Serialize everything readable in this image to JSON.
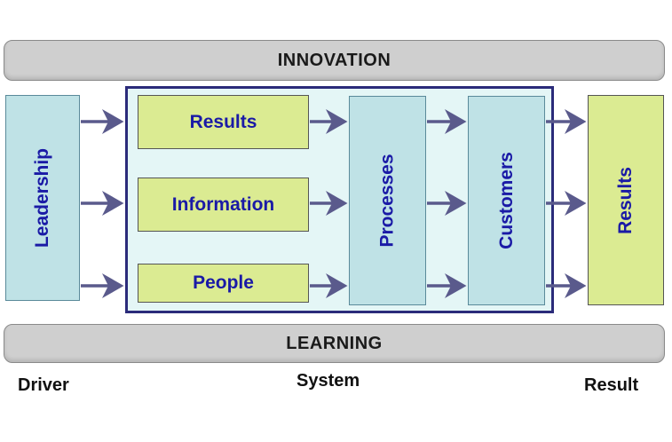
{
  "top_band": {
    "label": "INNOVATION"
  },
  "bottom_band": {
    "label": "LEARNING"
  },
  "driver": {
    "label": "Leadership"
  },
  "system": {
    "inputs": [
      "Results",
      "Information",
      "People"
    ],
    "processes_label": "Processes",
    "customers_label": "Customers"
  },
  "result": {
    "label": "Results"
  },
  "footer": {
    "driver": "Driver",
    "system": "System",
    "result": "Result"
  },
  "colors": {
    "band": "#cfcfcf",
    "input_box": "#dbeb92",
    "stage_box": "#bfe2e6",
    "system_container": "#e4f6f6",
    "text": "#1a1aa6",
    "arrow": "#5a5a8c"
  }
}
